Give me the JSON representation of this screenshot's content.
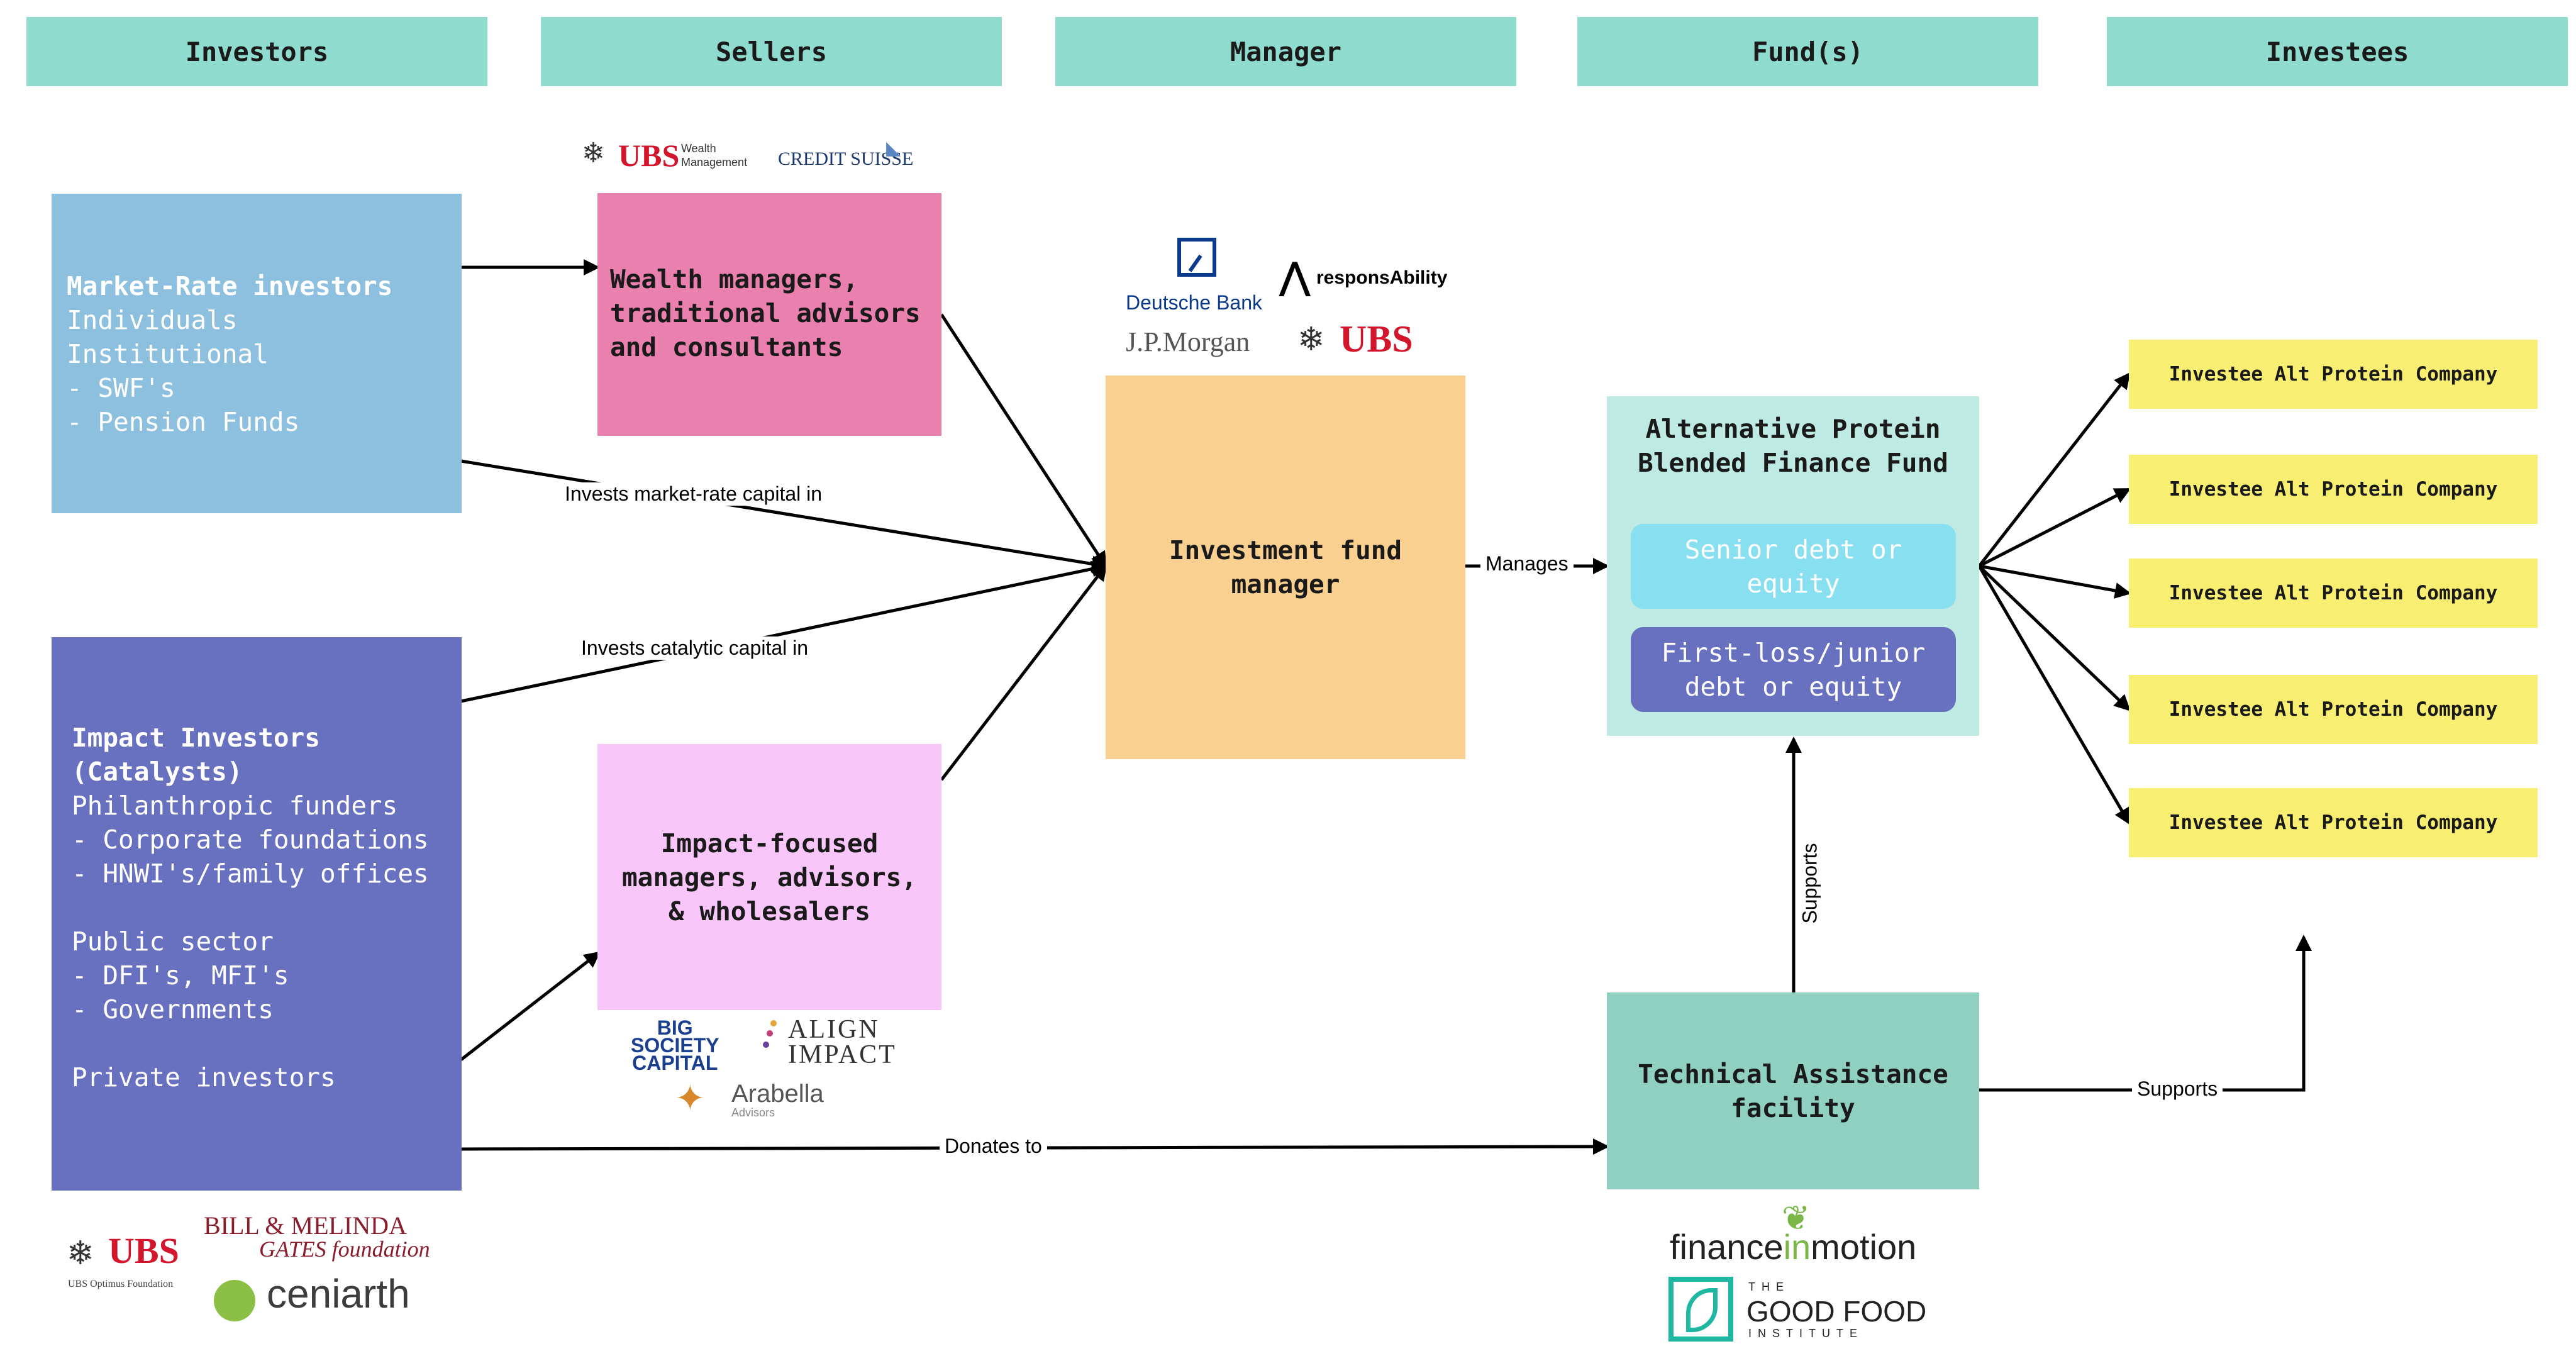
{
  "columns": [
    "Investors",
    "Sellers",
    "Manager",
    "Fund(s)",
    "Investees"
  ],
  "market_rate_box": {
    "title": "Market-Rate investors",
    "lines": [
      "Individuals",
      "Institutional",
      "- SWF's",
      "- Pension Funds"
    ]
  },
  "impact_box": {
    "title_1": "Impact Investors",
    "title_2": "(Catalysts)",
    "lines": [
      "Philanthropic funders",
      "- Corporate foundations",
      "- HNWI's/family offices",
      "",
      "Public sector",
      "- DFI's, MFI's",
      "- Governments",
      "",
      "Private investors"
    ]
  },
  "wealth_box": {
    "lines": [
      "Wealth managers,",
      "traditional advisors",
      "and consultants"
    ]
  },
  "impact_focused_box": {
    "lines": [
      "Impact-focused",
      "managers, advisors,",
      "& wholesalers"
    ]
  },
  "manager_box": {
    "lines": [
      "Investment fund",
      "manager"
    ]
  },
  "fund_box": {
    "title_lines": [
      "Alternative Protein",
      "Blended Finance Fund"
    ],
    "senior": [
      "Senior debt or",
      "equity"
    ],
    "junior": [
      "First-loss/junior",
      "debt or equity"
    ]
  },
  "ta_box": {
    "lines": [
      "Technical Assistance",
      "facility"
    ]
  },
  "investees": [
    "Investee Alt Protein Company",
    "Investee Alt Protein Company",
    "Investee Alt Protein Company",
    "Investee Alt Protein Company",
    "Investee Alt Protein Company"
  ],
  "edge_labels": {
    "market_rate": "Invests market-rate capital in",
    "catalytic": "Invests catalytic capital in",
    "manages": "Manages",
    "donates": "Donates to",
    "supports_vertical": "Supports",
    "supports_horizontal": "Supports"
  },
  "logos": {
    "ubs": "UBS",
    "ubs_wm_1": "Wealth",
    "ubs_wm_2": "Management",
    "credit_suisse": "CREDIT SUISSE",
    "deutsche_bank": "Deutsche Bank",
    "responsability": "responsAbility",
    "jpmorgan": "J.P.Morgan",
    "big_society_1": "BIG",
    "big_society_2": "SOCIETY",
    "big_society_3": "CAPITAL",
    "align_1": "ALIGN",
    "align_2": "IMPACT",
    "arabella": "Arabella",
    "arabella_sub": "Advisors",
    "ubs_optimus": "UBS Optimus Foundation",
    "gates_1": "BILL & MELINDA",
    "gates_2": "GATES foundation",
    "ceniarth": "ceniarth",
    "finance_in_motion_1": "finance",
    "finance_in_motion_2": "in",
    "finance_in_motion_3": "motion",
    "gfi_1": "THE",
    "gfi_2": "GOOD FOOD",
    "gfi_3": "INSTITUTE"
  },
  "colors": {
    "header": "#8fdccf",
    "market_rate": "#8dc0de",
    "impact": "#6771bf",
    "wealth": "#ea80ae",
    "impact_focused": "#f9c6f9",
    "manager": "#f9d090",
    "fund": "#bfe9e3",
    "senior": "#88dff0",
    "junior": "#6771bf",
    "ta": "#8fd0c1",
    "investee": "#f8ee72",
    "ubs_red": "#d3162c",
    "db_blue": "#0b3a8c"
  }
}
